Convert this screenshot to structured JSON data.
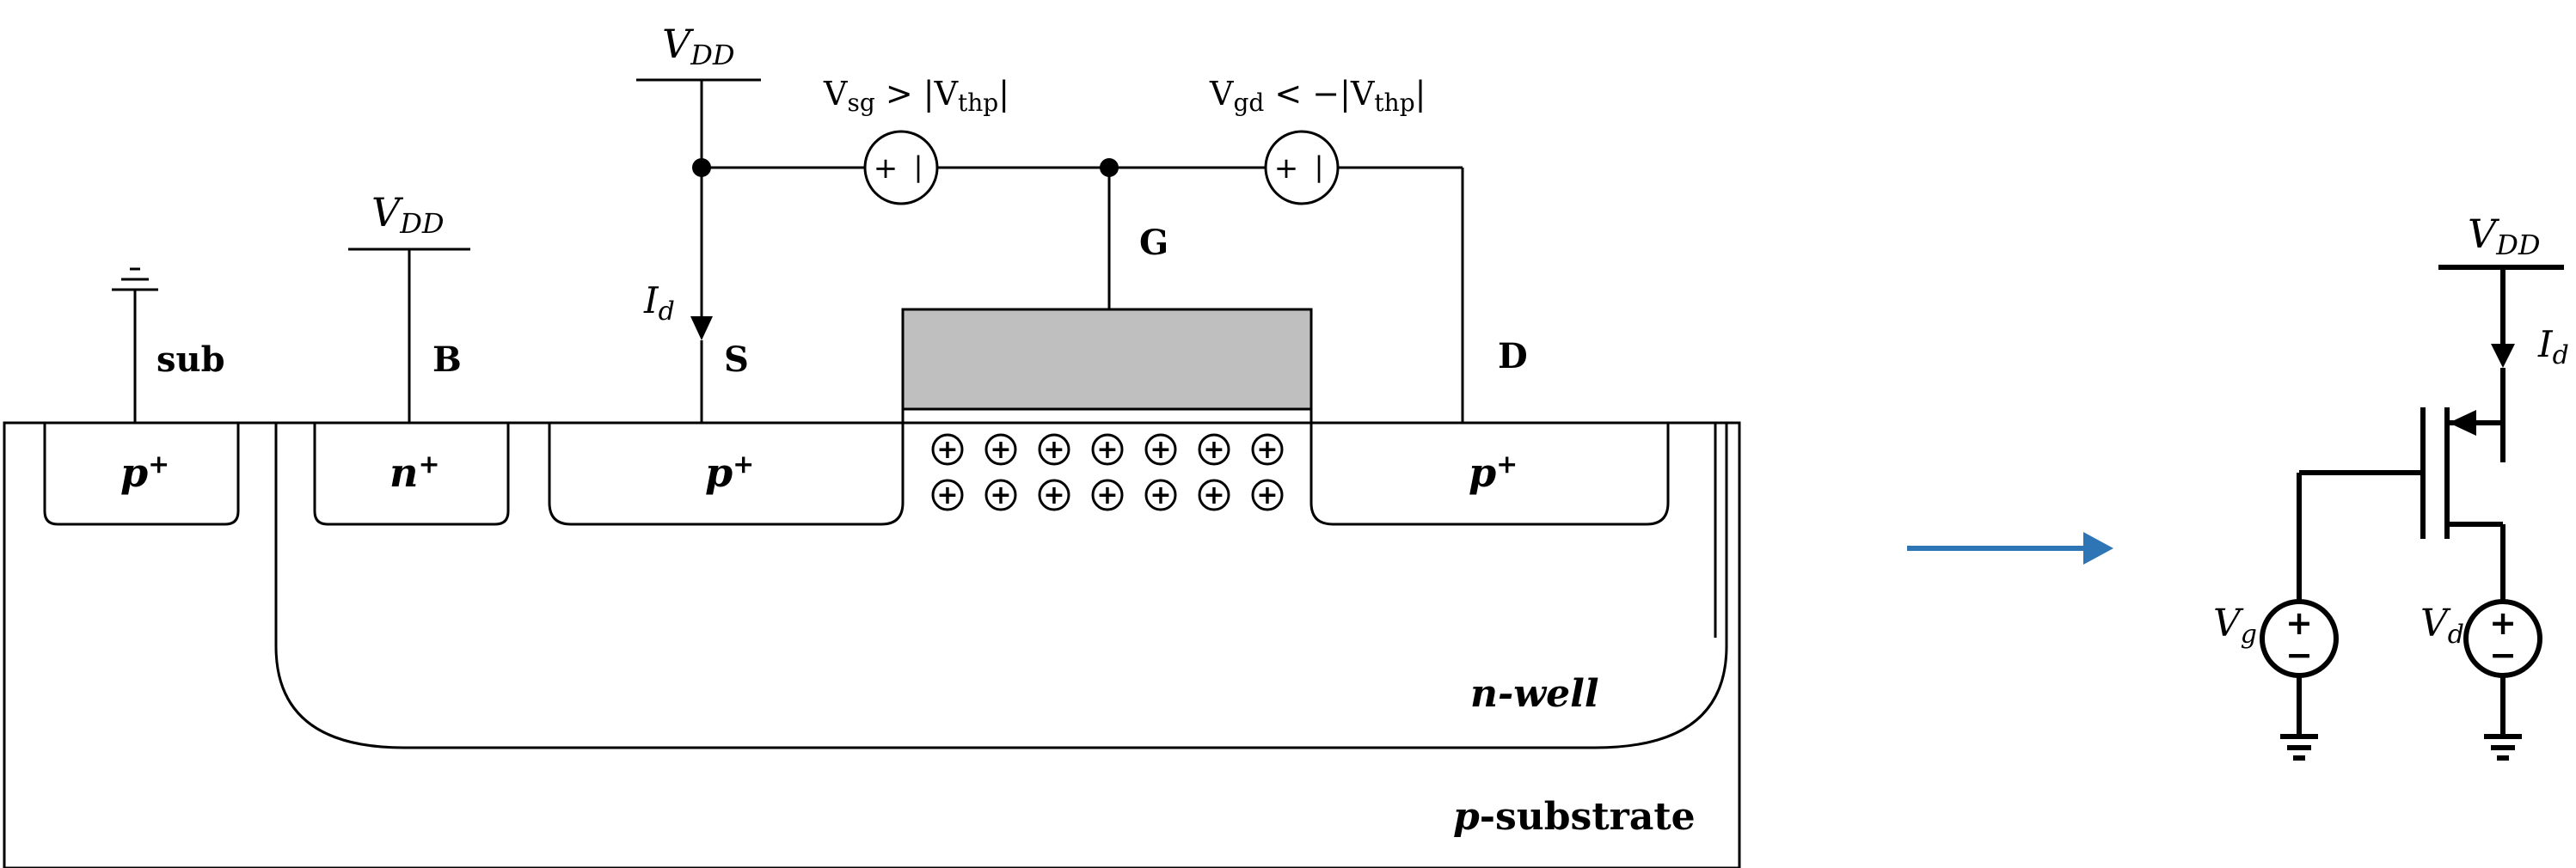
{
  "diagram": {
    "cross_section": {
      "terminals": {
        "sub": "sub",
        "body": "B",
        "source": "S",
        "gate": "G",
        "drain": "D"
      },
      "supply": {
        "main": "V",
        "sub": "DD"
      },
      "current": {
        "main": "I",
        "sub": "d"
      },
      "regions": {
        "sub_contact": {
          "main": "p",
          "sup": "+"
        },
        "body_contact": {
          "main": "n",
          "sup": "+"
        },
        "source": {
          "main": "p",
          "sup": "+"
        },
        "drain": {
          "main": "p",
          "sup": "+"
        }
      },
      "well": "n-well",
      "substrate": {
        "prefix": "p",
        "suffix": "-substrate"
      },
      "channel_charge_symbol": "+",
      "bias": {
        "vsg": {
          "v1": "V",
          "s1": "sg",
          "rel": " > |",
          "v2": "V",
          "s2": "thp",
          "end": "|"
        },
        "vgd": {
          "v1": "V",
          "s1": "gd",
          "rel": " < −|",
          "v2": "V",
          "s2": "thp",
          "end": "|"
        }
      },
      "source_symbol": {
        "plus": "+",
        "minus": "|"
      }
    },
    "arrow_color": "#2E75B6",
    "schematic": {
      "supply": {
        "main": "V",
        "sub": "DD"
      },
      "current": {
        "main": "I",
        "sub": "d"
      },
      "vg": {
        "main": "V",
        "sub": "g"
      },
      "vd": {
        "main": "V",
        "sub": "d"
      },
      "plus": "+",
      "minus": "−"
    },
    "colors": {
      "gate_fill": "#BFBFBF",
      "stroke": "#000000"
    }
  }
}
